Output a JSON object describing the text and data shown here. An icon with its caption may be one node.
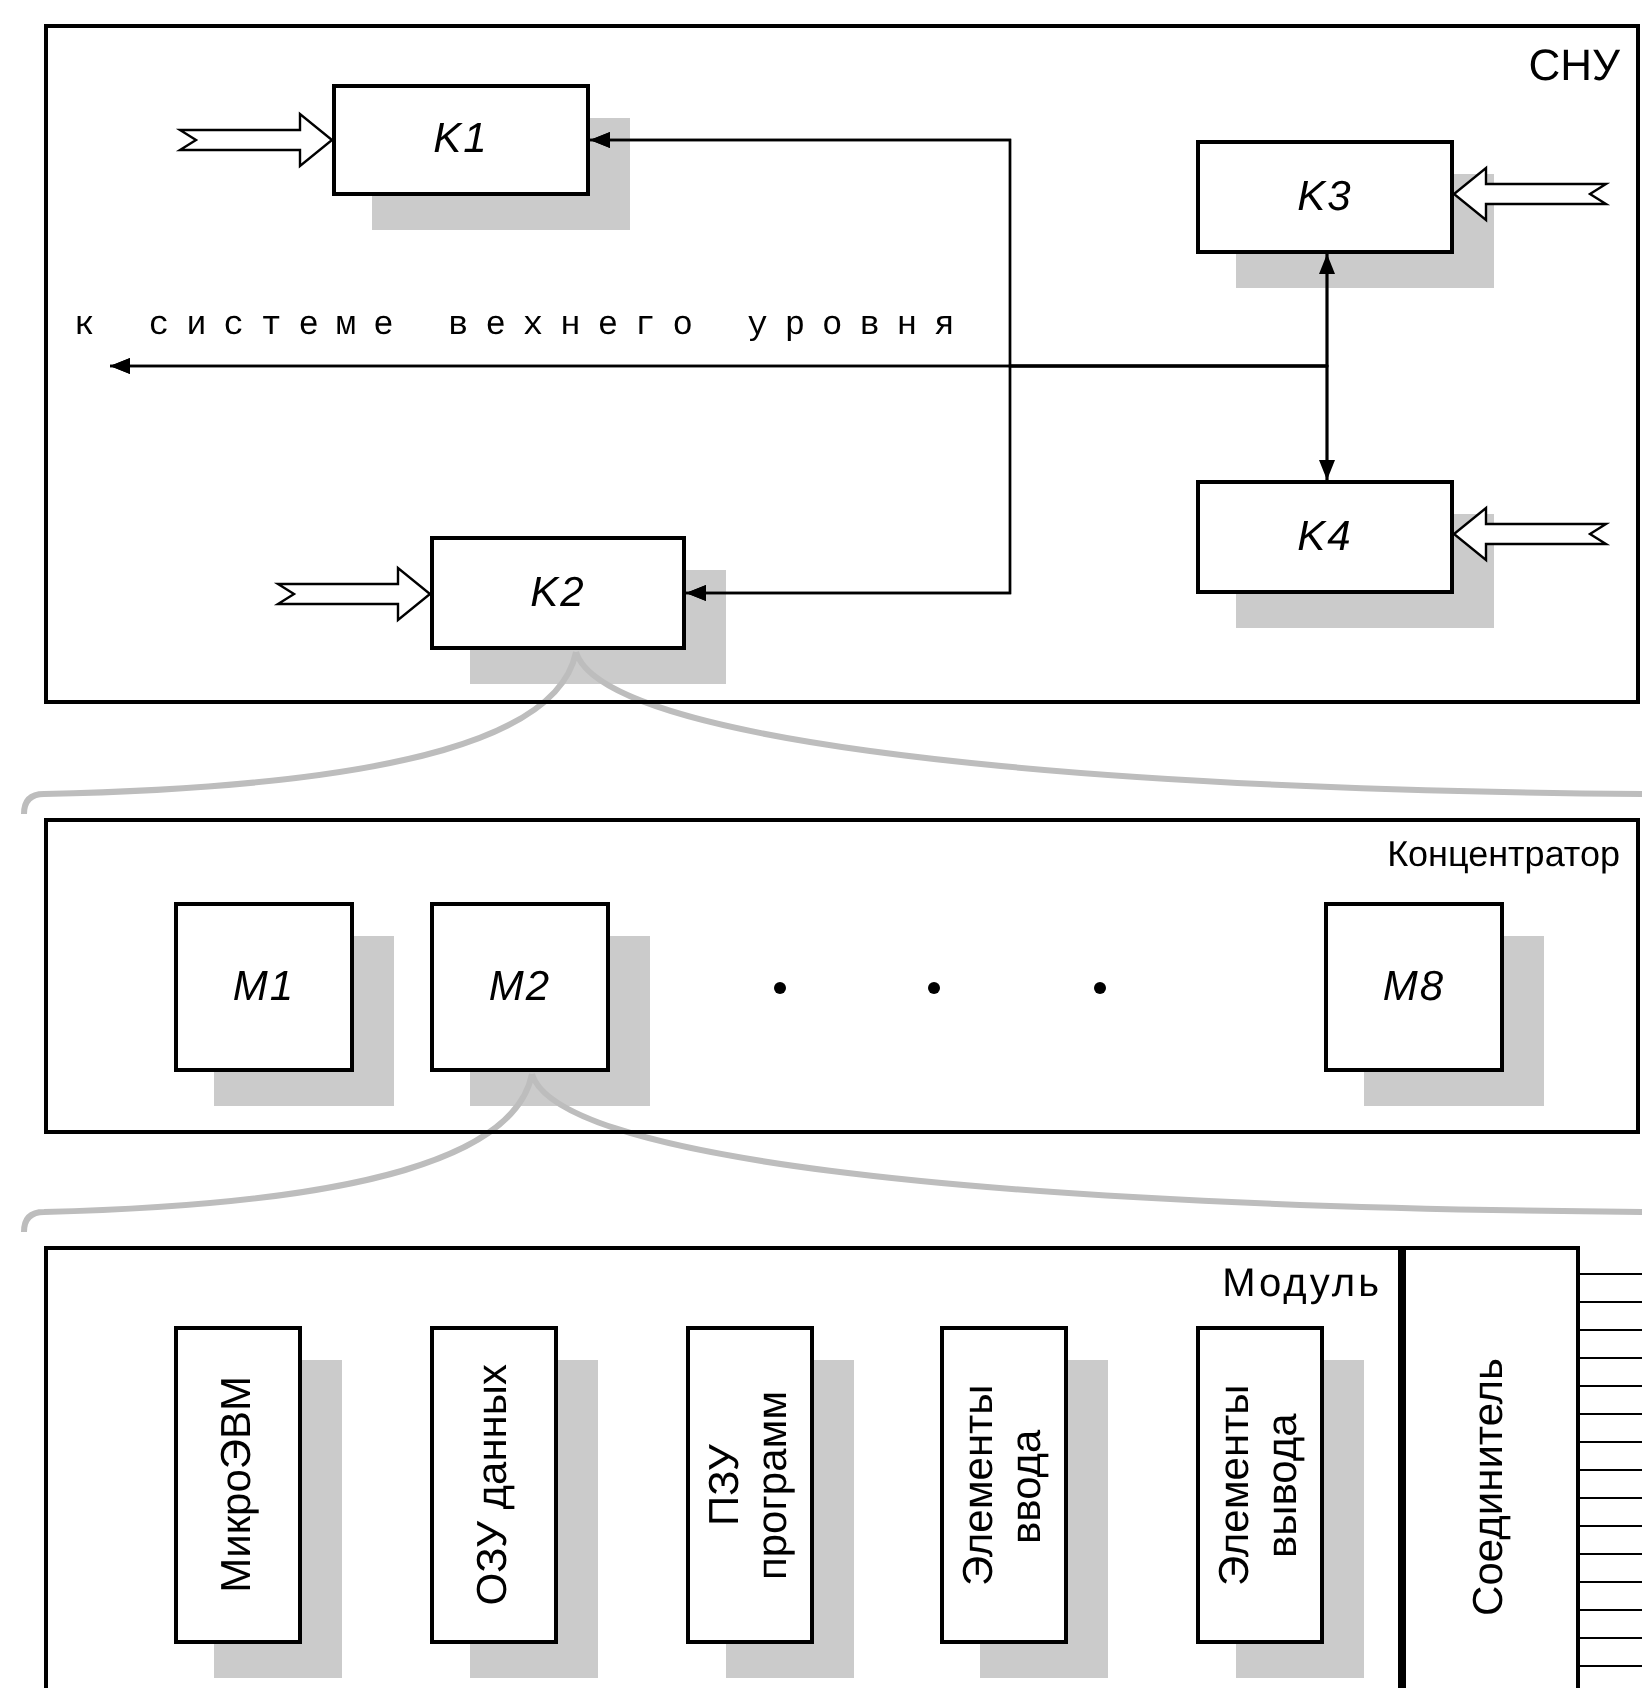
{
  "diagram": {
    "nodes": [
      {
        "text": [
          "СНУ"
        ]
      },
      {
        "text": [
          "K1"
        ],
        "in": 0
      },
      {
        "text": [
          "K3"
        ],
        "in": 0
      },
      {
        "text": [
          "K4"
        ],
        "in": 0
      },
      {
        "text": [
          "K2"
        ],
        "in": 0
      },
      {
        "text": [
          "Концентратор"
        ]
      },
      {
        "text": [
          "M1"
        ],
        "in": 5
      },
      {
        "text": [
          "M2"
        ],
        "in": 5
      },
      {
        "text": [
          "M8"
        ],
        "in": 5
      },
      {
        "text": [
          "Модуль"
        ]
      },
      {
        "text": [
          "МикроЭВМ"
        ],
        "in": 9
      },
      {
        "text": [
          "ОЗУ данных"
        ],
        "in": 9
      },
      {
        "text": [
          "ПЗУ программ"
        ],
        "in": 9
      },
      {
        "text": [
          "Элементы ввода"
        ],
        "in": 9
      },
      {
        "text": [
          "Элементы вывода"
        ],
        "in": 9
      },
      {
        "text": [
          "Соединитель"
        ]
      }
    ],
    "edges": [
      {
        "from": 2,
        "to": 3,
        "arrow": "both"
      },
      {
        "from": 2,
        "to": null,
        "arrow": "to",
        "label": "к системе вехнего уровня"
      },
      {
        "from": 3,
        "to": null,
        "arrow": "to"
      },
      {
        "from": 2,
        "to": 1,
        "arrow": "to"
      },
      {
        "from": 3,
        "to": 1,
        "arrow": "to"
      },
      {
        "from": 2,
        "to": 4,
        "arrow": "to"
      },
      {
        "from": 3,
        "to": 4,
        "arrow": "to"
      },
      {
        "from": null,
        "to": 1,
        "arrow": "to",
        "style": "thick"
      },
      {
        "from": null,
        "to": 4,
        "arrow": "to",
        "style": "thick"
      },
      {
        "from": null,
        "to": 2,
        "arrow": "to",
        "style": "thick"
      },
      {
        "from": null,
        "to": 3,
        "arrow": "to",
        "style": "thick"
      }
    ]
  }
}
